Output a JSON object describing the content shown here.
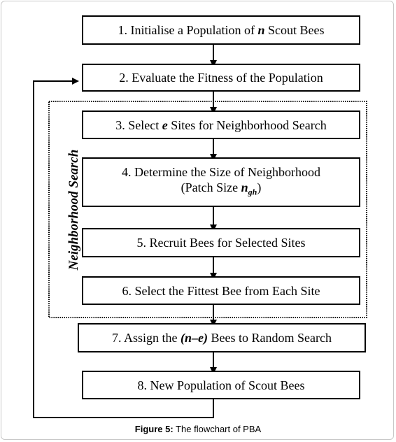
{
  "steps": {
    "s1": {
      "pre": "1. Initialise a Population of ",
      "var": "n",
      "post": " Scout Bees"
    },
    "s2": {
      "text": "2. Evaluate the Fitness of the Population"
    },
    "s3": {
      "pre": "3. Select ",
      "var": "e",
      "post": " Sites for Neighborhood Search"
    },
    "s4": {
      "line1": "4. Determine the Size of Neighborhood",
      "line2_pre": "(Patch Size ",
      "var": "n",
      "sub": "gh",
      "line2_post": ")"
    },
    "s5": {
      "text": "5. Recruit Bees for Selected Sites"
    },
    "s6": {
      "text": "6. Select the Fittest Bee from Each Site"
    },
    "s7": {
      "pre": "7. Assign the ",
      "var": "(n–e)",
      "post": " Bees to Random Search"
    },
    "s8": {
      "text": "8. New Population of Scout Bees"
    }
  },
  "group_label": "Neighborhood Search",
  "caption": {
    "label": "Figure 5:",
    "text": " The flowchart of PBA"
  }
}
